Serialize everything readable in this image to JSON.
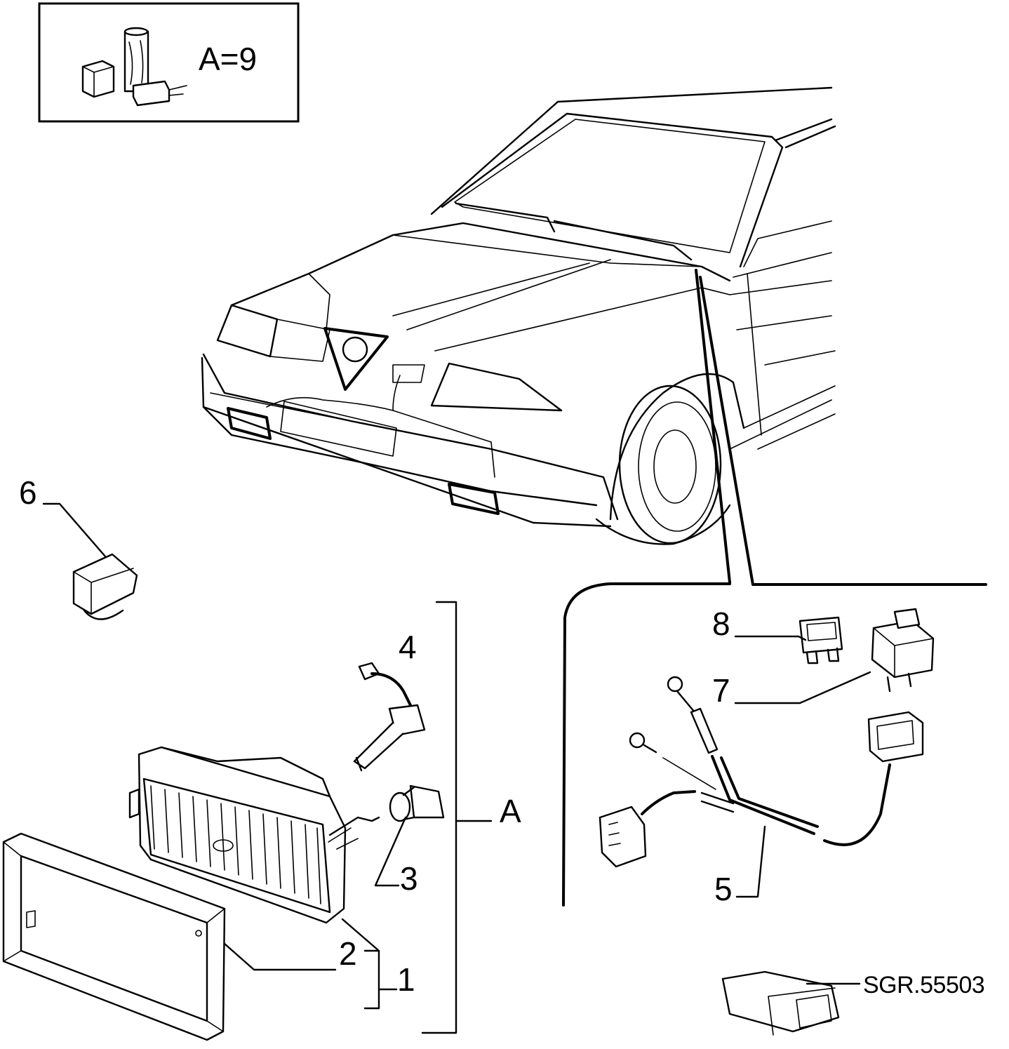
{
  "inset_label": "A=9",
  "callouts": {
    "p1": "1",
    "p2": "2",
    "p3": "3",
    "p4": "4",
    "p5": "5",
    "p6": "6",
    "p7": "7",
    "p8": "8",
    "group_a": "A"
  },
  "reference_code": "SGR.55503"
}
